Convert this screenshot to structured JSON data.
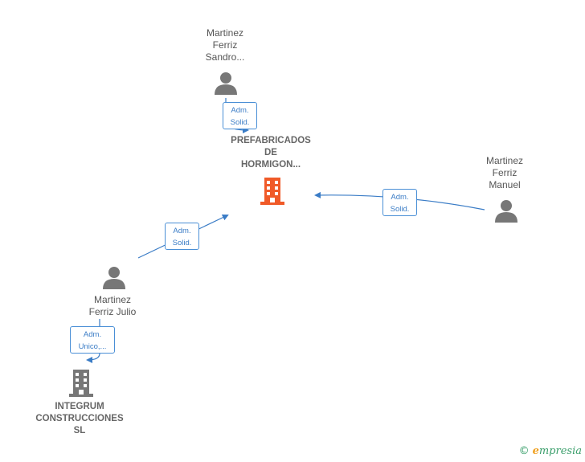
{
  "nodes": {
    "sandro": {
      "lines": [
        "Martinez",
        "Ferriz",
        "Sandro..."
      ]
    },
    "prefabricados": {
      "lines": [
        "PREFABRICADOS",
        "DE",
        "HORMIGON..."
      ]
    },
    "manuel": {
      "lines": [
        "Martinez",
        "Ferriz",
        "Manuel"
      ]
    },
    "julio": {
      "lines": [
        "Martinez",
        "Ferriz Julio"
      ]
    },
    "integrum": {
      "lines": [
        "INTEGRUM",
        "CONSTRUCCIONES",
        "SL"
      ]
    }
  },
  "edges": {
    "sandro_to_prefab": {
      "lines": [
        "Adm.",
        "Solid."
      ]
    },
    "julio_to_prefab": {
      "lines": [
        "Adm.",
        "Solid."
      ]
    },
    "manuel_to_prefab": {
      "lines": [
        "Adm.",
        "Solid."
      ]
    },
    "julio_to_integrum": {
      "lines": [
        "Adm.",
        "Unico,..."
      ]
    }
  },
  "colors": {
    "person": "#777777",
    "company_main": "#f05a28",
    "company_other": "#777777",
    "edge": "#3a7cc6"
  },
  "icons": {
    "person": "person-icon",
    "building": "building-icon"
  },
  "brand": {
    "copyright": "©",
    "initial": "e",
    "name": "mpresia"
  }
}
